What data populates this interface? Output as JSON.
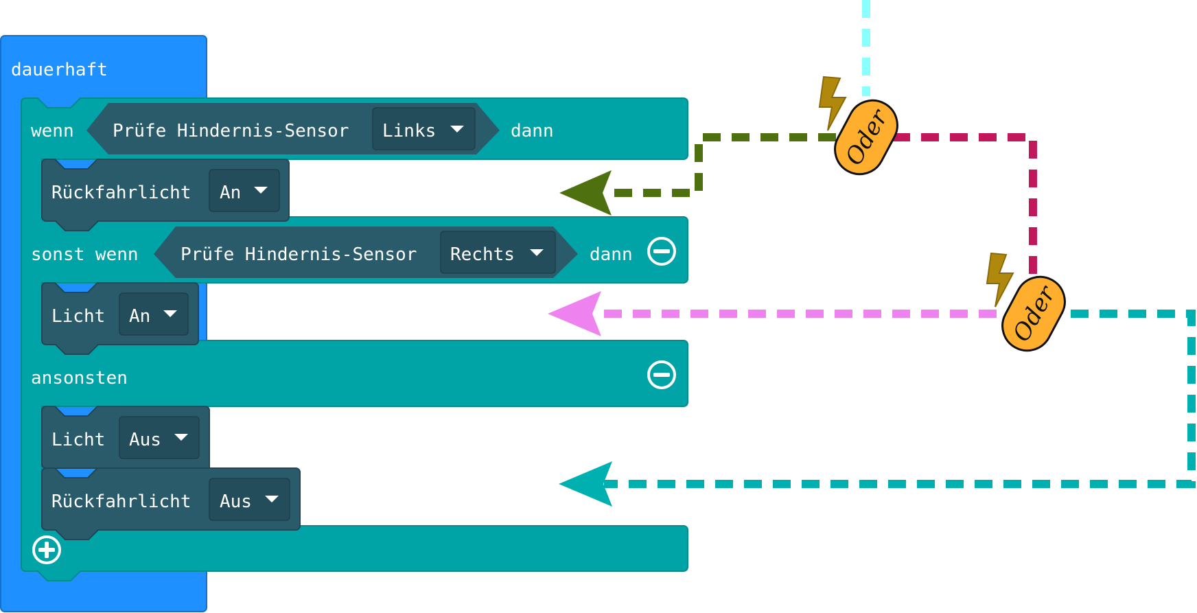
{
  "forever_block": {
    "label": "dauerhaft"
  },
  "if_row": {
    "keyword": "wenn",
    "sensor_label": "Prüfe Hindernis-Sensor",
    "sensor_value": "Links",
    "then_label": "dann"
  },
  "if_body": {
    "label": "Rückfahrlicht",
    "value": "An"
  },
  "elseif_row": {
    "keyword": "sonst wenn",
    "sensor_label": "Prüfe Hindernis-Sensor",
    "sensor_value": "Rechts",
    "then_label": "dann"
  },
  "elseif_body": {
    "label": "Licht",
    "value": "An"
  },
  "else_row": {
    "keyword": "ansonsten"
  },
  "else_body": [
    {
      "label": "Licht",
      "value": "Aus"
    },
    {
      "label": "Rückfahrlicht",
      "value": "Aus"
    }
  ],
  "badges": {
    "top": "Oder",
    "bottom": "Oder"
  },
  "icons": {
    "dropdown": "caret-down-icon",
    "remove": "minus-circle-icon",
    "add": "plus-circle-icon",
    "power": "lightning-bolt-icon"
  },
  "colors": {
    "forever_block": "#1e90ff",
    "logic_block": "#00a4a6",
    "sensor_block": "#2a5b6b",
    "dropdown_bg": "#244d5b",
    "badge_fill": "#ffae2e",
    "bolt": "#b0890c",
    "wire_green": "#4e700e",
    "wire_crimson": "#c2185b",
    "wire_magenta": "#ee82ee",
    "wire_teal": "#00b0b0",
    "wire_cyan": "#8affff"
  }
}
